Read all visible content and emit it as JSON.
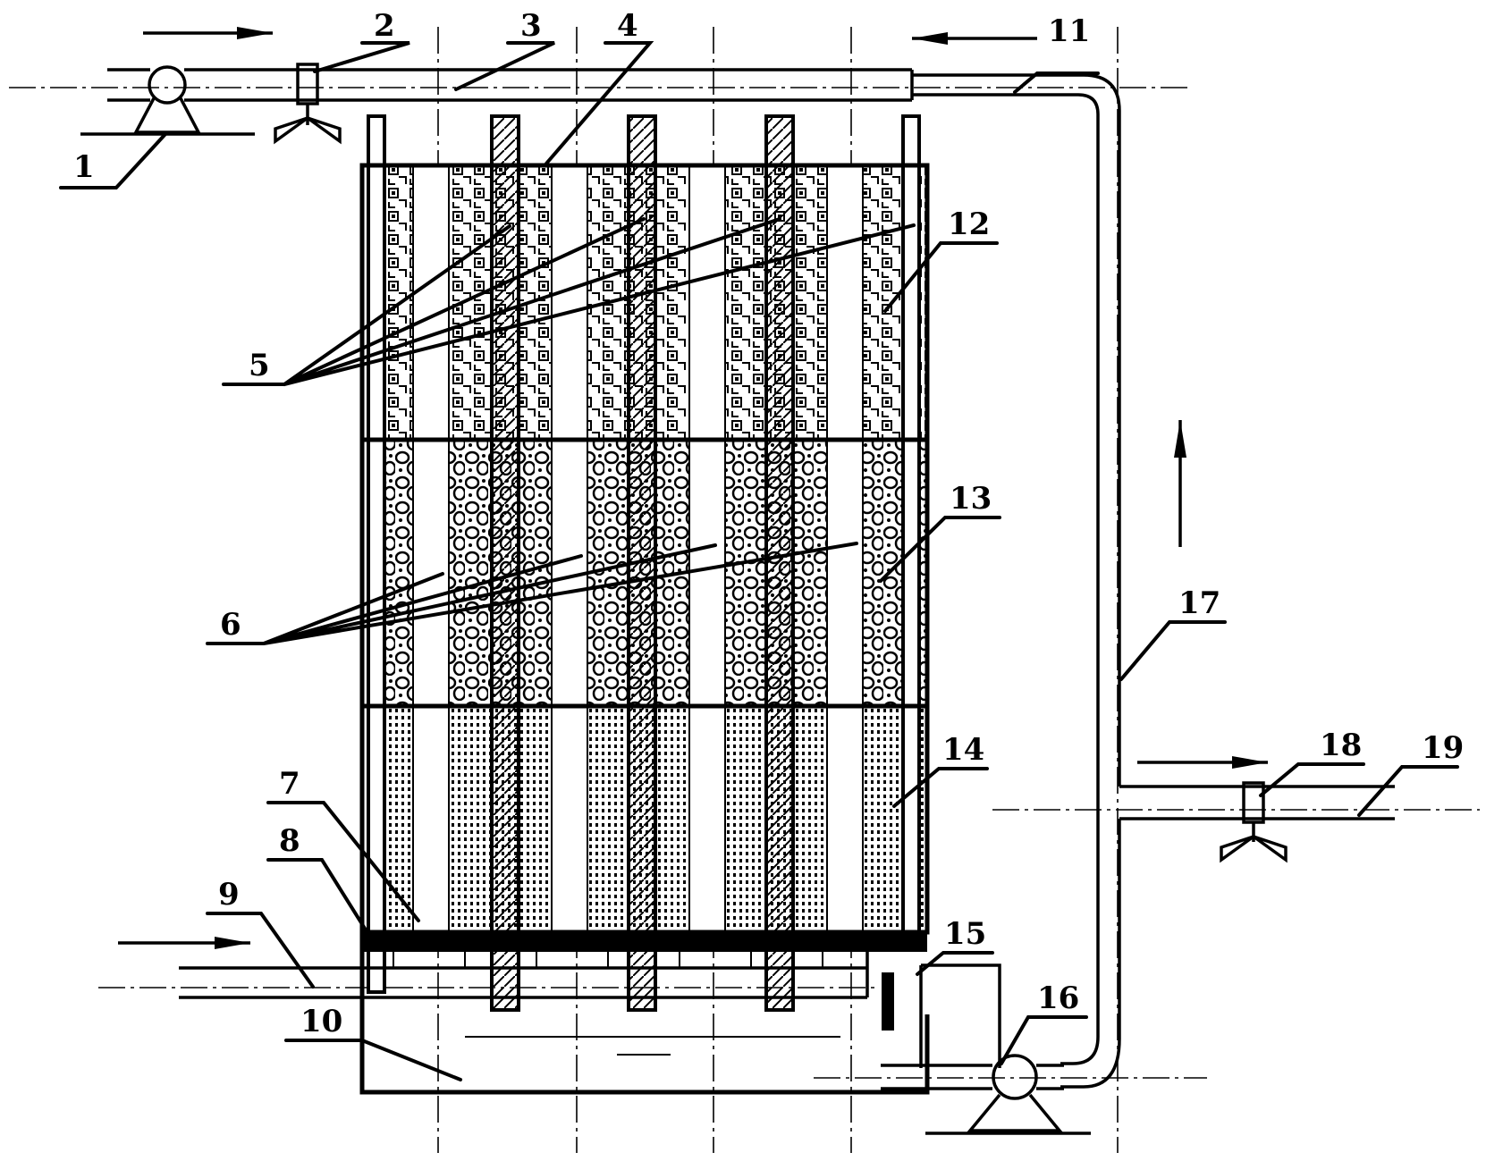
{
  "labels": [
    "1",
    "2",
    "3",
    "4",
    "5",
    "6",
    "7",
    "8",
    "9",
    "10",
    "11",
    "12",
    "13",
    "14",
    "15",
    "16",
    "17",
    "18",
    "19"
  ],
  "colors": {
    "ink": "#000000",
    "background": "#ffffff"
  }
}
